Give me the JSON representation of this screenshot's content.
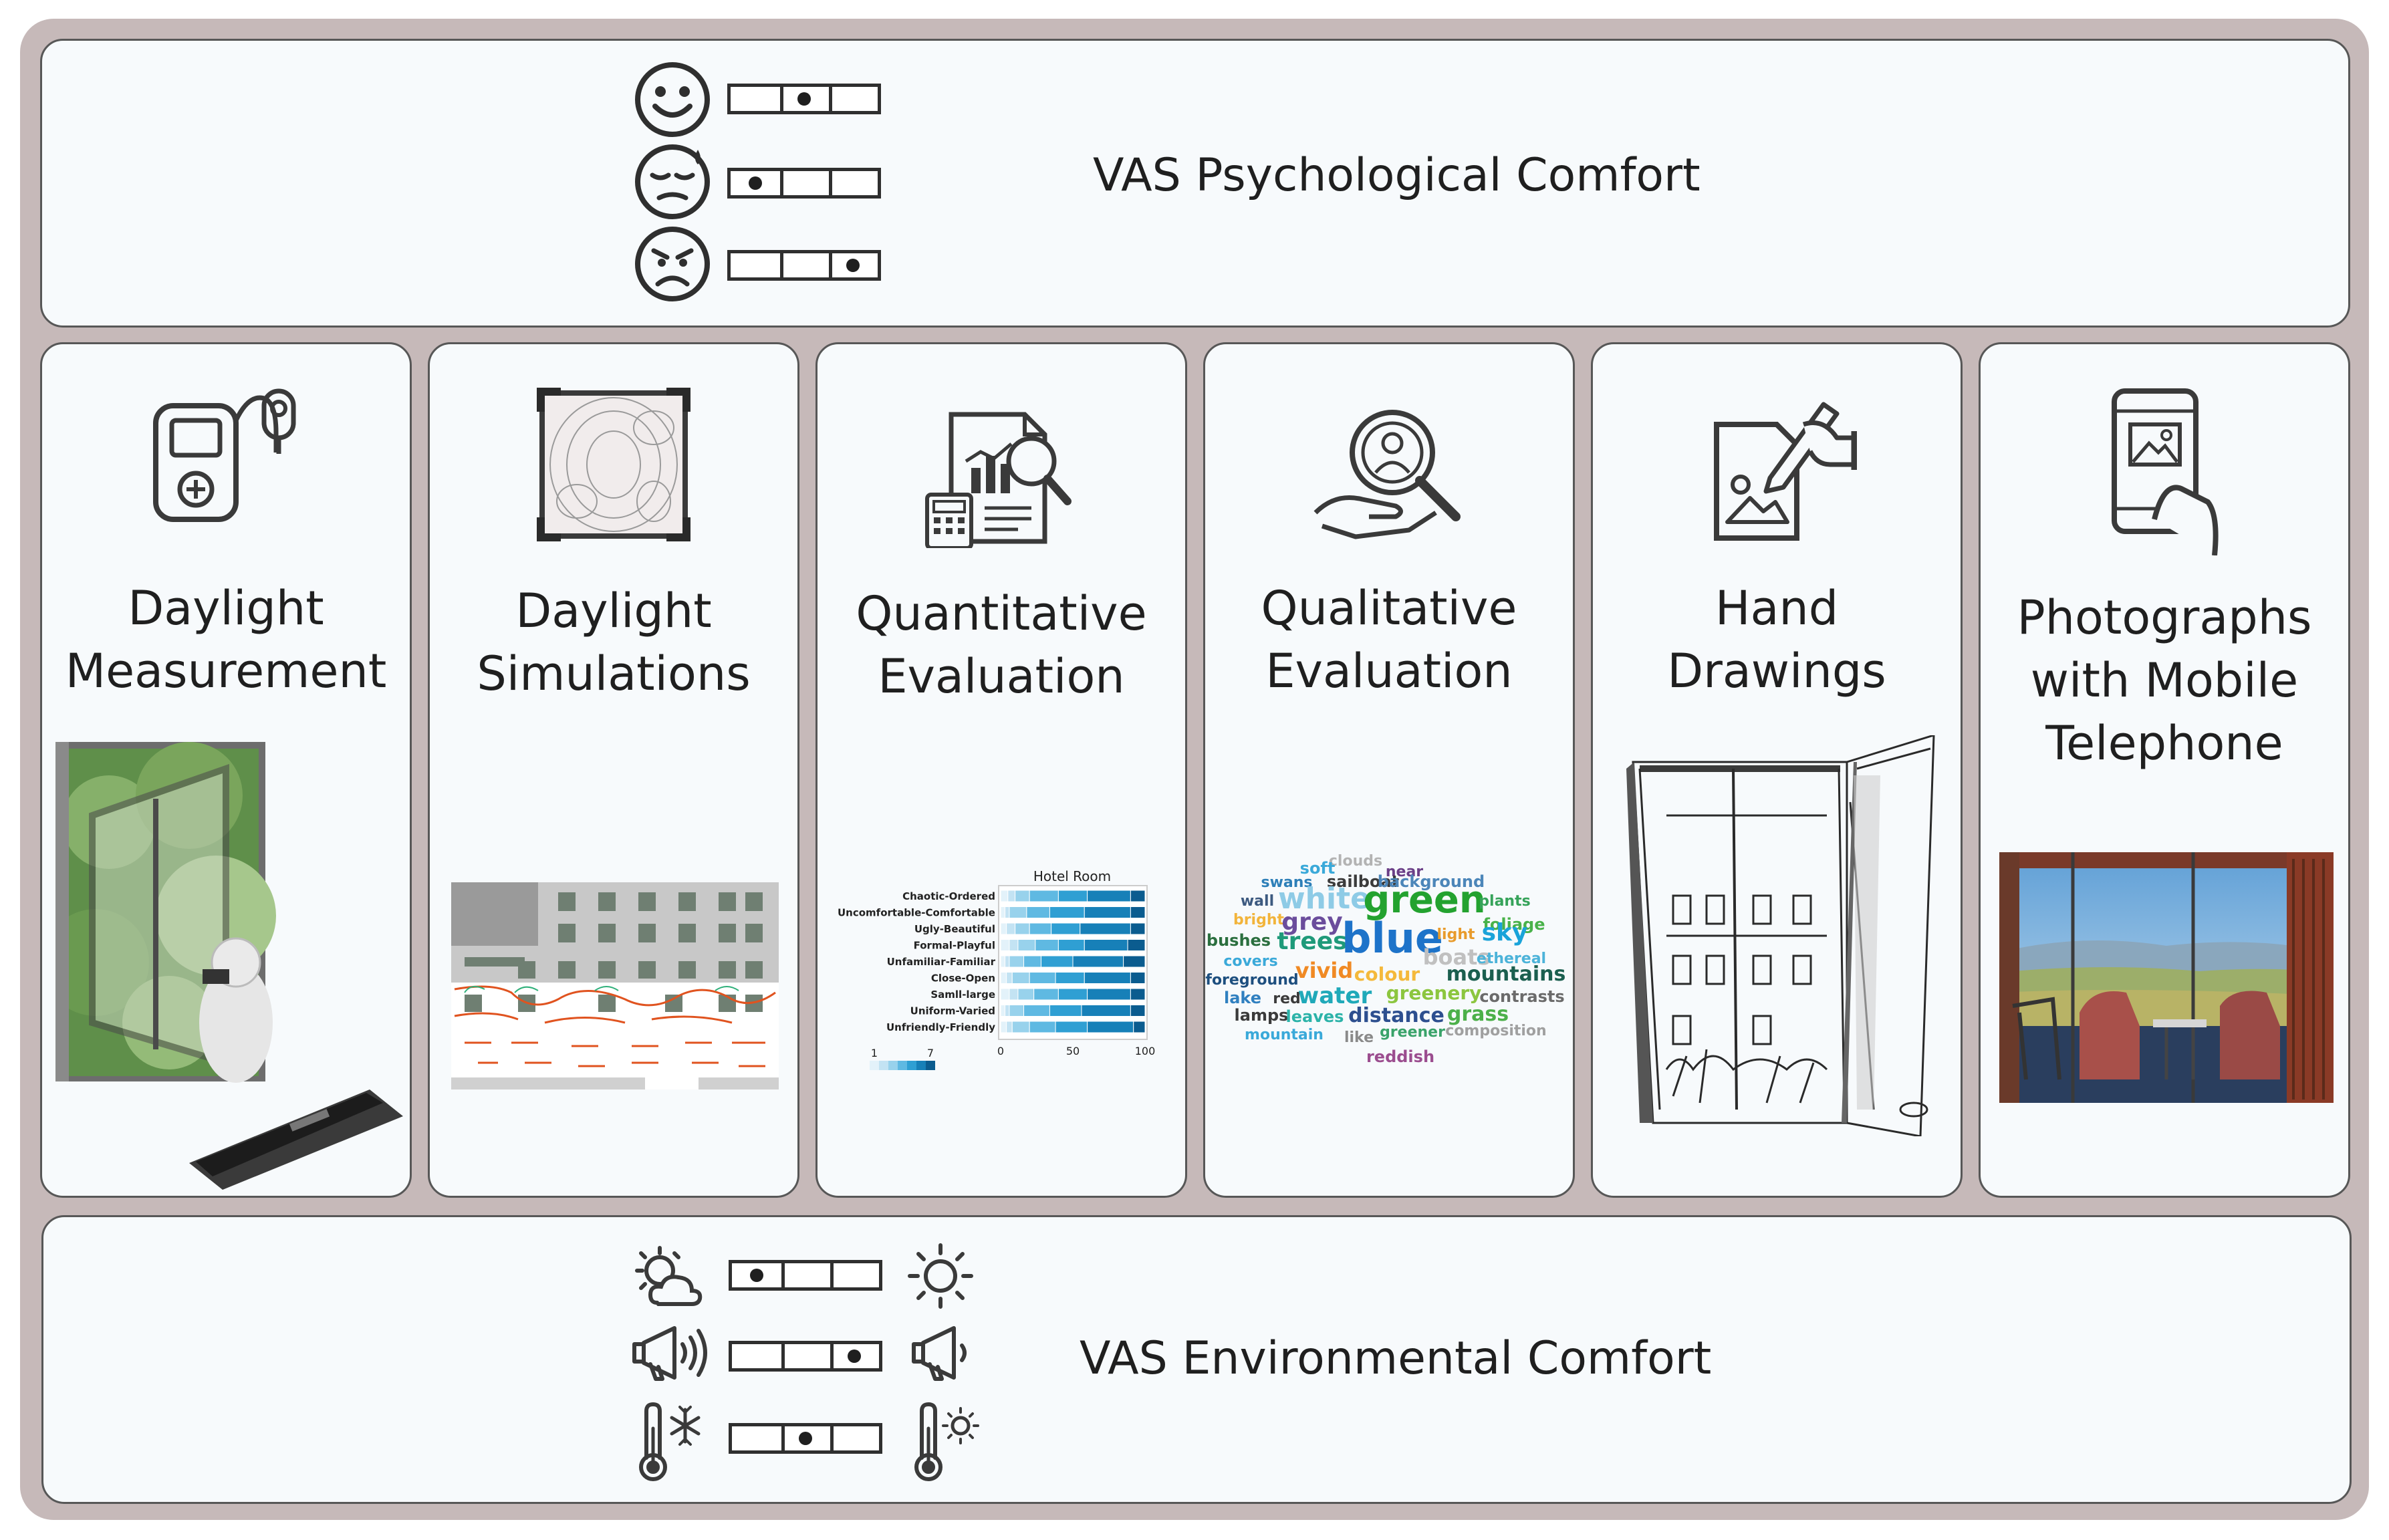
{
  "top_panel": {
    "title": "VAS Psychological Comfort"
  },
  "bottom_panel": {
    "title": "VAS Environmental Comfort"
  },
  "psych_scales": [
    {
      "icon": "happy-face-icon",
      "position": 0.5
    },
    {
      "icon": "sweating-face-icon",
      "position": 0.17
    },
    {
      "icon": "angry-face-icon",
      "position": 0.83
    }
  ],
  "env_scales": [
    {
      "left_icon": "cloudy-sun-icon",
      "right_icon": "sun-icon",
      "position": 0.17
    },
    {
      "left_icon": "loud-speaker-icon",
      "right_icon": "quiet-speaker-icon",
      "position": 0.83
    },
    {
      "left_icon": "cold-thermometer-icon",
      "right_icon": "hot-thermometer-icon",
      "position": 0.5
    }
  ],
  "methods": [
    {
      "id": "daylight-measurement",
      "icon": "light-meter-icon",
      "lines": [
        "Daylight",
        "Measurement"
      ]
    },
    {
      "id": "daylight-simulations",
      "icon": "daylight-simulation-icon",
      "lines": [
        "Daylight",
        "Simulations"
      ]
    },
    {
      "id": "quantitative-evaluation",
      "icon": "quantitative-report-icon",
      "lines": [
        "Quantitative",
        "Evaluation"
      ]
    },
    {
      "id": "qualitative-evaluation",
      "icon": "qualitative-search-icon",
      "lines": [
        "Qualitative",
        "Evaluation"
      ]
    },
    {
      "id": "hand-drawings",
      "icon": "hand-drawing-icon",
      "lines": [
        "Hand",
        "Drawings"
      ]
    },
    {
      "id": "photographs",
      "icon": "mobile-photo-icon",
      "lines": [
        "Photographs",
        "with Mobile",
        "Telephone"
      ]
    }
  ],
  "chart_data": {
    "type": "bar",
    "stacked": true,
    "title": "Hotel Room",
    "categories": [
      "Chaotic-Ordered",
      "Uncomfortable-Comfortable",
      "Ugly-Beautiful",
      "Formal-Playful",
      "Unfamiliar-Familiar",
      "Close-Open",
      "Samll-large",
      "Uniform-Varied",
      "Unfriendly-Friendly"
    ],
    "series": [
      {
        "values": [
          5,
          3,
          4,
          6,
          3,
          4,
          6,
          3,
          4
        ]
      },
      {
        "values": [
          5,
          3,
          6,
          6,
          3,
          4,
          6,
          3,
          4
        ]
      },
      {
        "values": [
          10,
          12,
          10,
          12,
          10,
          12,
          11,
          10,
          12
        ]
      },
      {
        "values": [
          20,
          16,
          15,
          16,
          12,
          18,
          17,
          18,
          18
        ]
      },
      {
        "values": [
          20,
          24,
          20,
          18,
          22,
          20,
          20,
          22,
          22
        ]
      },
      {
        "values": [
          30,
          32,
          35,
          30,
          35,
          32,
          30,
          34,
          32
        ]
      },
      {
        "values": [
          10,
          10,
          10,
          12,
          15,
          10,
          10,
          10,
          8
        ]
      }
    ],
    "xlim": [
      0,
      100
    ],
    "xticks": [
      "0",
      "50",
      "100"
    ],
    "legend_scale": [
      "1",
      "7"
    ],
    "colors": [
      "#e3f2fa",
      "#c3e3f3",
      "#98d2ec",
      "#5fb9e2",
      "#2f9fd3",
      "#1780b8",
      "#0b5c8f"
    ]
  },
  "word_cloud": {
    "words": [
      {
        "t": "clouds",
        "c": "#b3b3b3"
      },
      {
        "t": "soft",
        "c": "#3aa9d9"
      },
      {
        "t": "near",
        "c": "#6b3f87"
      },
      {
        "t": "swans",
        "c": "#2d7fb8"
      },
      {
        "t": "sailboat",
        "c": "#3b3b3b"
      },
      {
        "t": "background",
        "c": "#4c86b9"
      },
      {
        "t": "wall",
        "c": "#3d5a80"
      },
      {
        "t": "white",
        "c": "#8ecbe6"
      },
      {
        "t": "green",
        "c": "#23a22f"
      },
      {
        "t": "plants",
        "c": "#36a35a"
      },
      {
        "t": "bright",
        "c": "#f2b43b"
      },
      {
        "t": "grey",
        "c": "#6b4d9c"
      },
      {
        "t": "foliage",
        "c": "#49b24a"
      },
      {
        "t": "bushes",
        "c": "#2b6f3f"
      },
      {
        "t": "trees",
        "c": "#1f9a7a"
      },
      {
        "t": "blue",
        "c": "#1d73c9"
      },
      {
        "t": "light",
        "c": "#e89b2c"
      },
      {
        "t": "sky",
        "c": "#1aa3d9"
      },
      {
        "t": "covers",
        "c": "#3aa9d9"
      },
      {
        "t": "boats",
        "c": "#c0c0c0"
      },
      {
        "t": "ethereal",
        "c": "#4cb3d9"
      },
      {
        "t": "foreground",
        "c": "#1d4f7f"
      },
      {
        "t": "vivid",
        "c": "#f08a24"
      },
      {
        "t": "colour",
        "c": "#f4b93b"
      },
      {
        "t": "mountains",
        "c": "#1b5f4f"
      },
      {
        "t": "lake",
        "c": "#3080c0"
      },
      {
        "t": "red",
        "c": "#3b3b3b"
      },
      {
        "t": "water",
        "c": "#1fa9b9"
      },
      {
        "t": "greenery",
        "c": "#8cc63f"
      },
      {
        "t": "contrasts",
        "c": "#6b6b6b"
      },
      {
        "t": "lamps",
        "c": "#3b3b3b"
      },
      {
        "t": "leaves",
        "c": "#2cb3a9"
      },
      {
        "t": "distance",
        "c": "#2d4f8f"
      },
      {
        "t": "grass",
        "c": "#4cb04a"
      },
      {
        "t": "mountain",
        "c": "#3aa9d9"
      },
      {
        "t": "like",
        "c": "#8a8a8a"
      },
      {
        "t": "greener",
        "c": "#3aa36a"
      },
      {
        "t": "composition",
        "c": "#a0a0a0"
      },
      {
        "t": "reddish",
        "c": "#9b4d8f"
      }
    ]
  }
}
